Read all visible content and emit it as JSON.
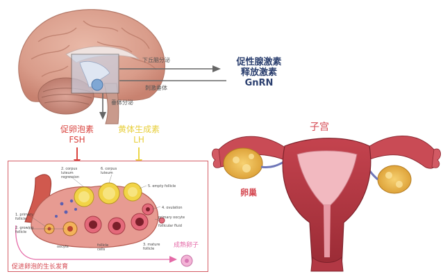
{
  "brain": {
    "hypothalamus_secretion": "下丘脑分泌",
    "stimulate_pituitary": "刺激垂体",
    "pituitary_secretion": "垂体分泌"
  },
  "gnrh": {
    "line1": "促性腺激素",
    "line2": "释放激素",
    "line3": "GnRN"
  },
  "fsh": {
    "cn": "促卵泡素",
    "en": "FSH",
    "color": "#d9443f"
  },
  "lh": {
    "cn": "黄体生成素",
    "en": "LH",
    "color": "#ecd64b"
  },
  "ovary_labels": {
    "uterus": "子宫",
    "ovary": "卵巢",
    "mature_egg": "成熟卵子",
    "follicle_growth": "促进卵泡的生长发育"
  },
  "follicle_diagram_labels": {
    "corpus_luteum": "2. corpus\nluteum\nregression",
    "corpus_luteum_6": "6. corpus\nluteum",
    "empty_follicle": "5. empty follicle",
    "primary_follicle": "1. primary\nfollicle",
    "growing_follicle": "2. growing\nfollicle",
    "ovulation": "4. ovulation",
    "primary_oocyte": "primary oocyte",
    "follicular_fluid": "follicular fluid",
    "oocyte": "oocyte",
    "follicle_cells": "follicle\ncells",
    "mature_follicle": "3. mature\nfollicle"
  }
}
